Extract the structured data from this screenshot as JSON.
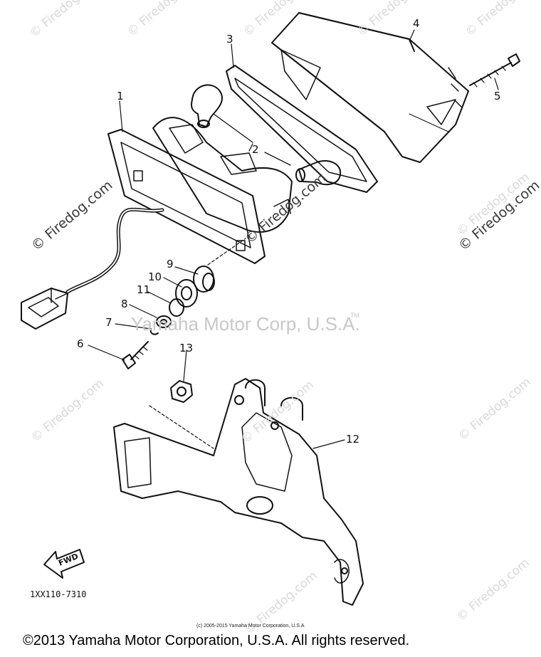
{
  "watermarks": {
    "firedog": "© Firedog.com",
    "yamaha": "Yamaha Motor Corp, U.S.A.",
    "tm": "TM"
  },
  "callouts": {
    "c1": "1",
    "c2": "2",
    "c3": "3",
    "c4": "4",
    "c5": "5",
    "c6": "6",
    "c7": "7",
    "c8": "8",
    "c9": "9",
    "c10": "10",
    "c11": "11",
    "c12": "12",
    "c13": "13"
  },
  "fwd_label": "FWD",
  "diagram_code": "1XX110-7310",
  "small_copyright": "(c) 2005-2015 Yamaha Motor Corporation, U.S.A",
  "footer": "©2013 Yamaha Motor Corporation, U.S.A. All rights reserved."
}
